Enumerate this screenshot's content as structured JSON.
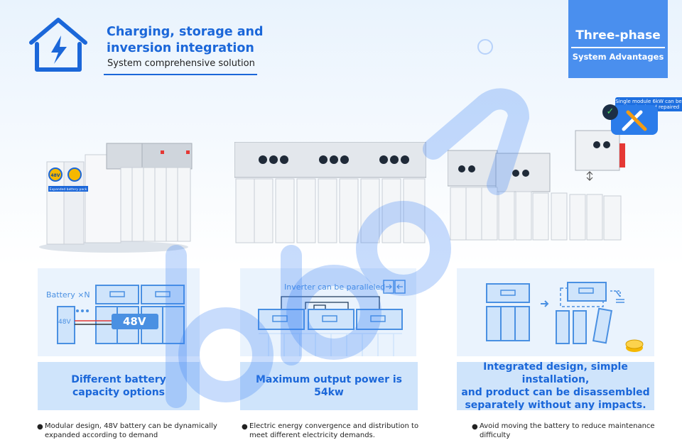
{
  "header": {
    "title_line1": "Charging, storage and",
    "title_line2": "inversion integration",
    "subtitle": "System comprehensive solution"
  },
  "badge": {
    "title": "Three-phase",
    "subtitle": "System Advantages"
  },
  "product_labels": {
    "battery_badge": "48V",
    "battery_pack": "Expanded battery pack",
    "module_callout": "Single module 6kW can be maintained and repaired"
  },
  "panels": [
    {
      "diagram": {
        "battery_label": "Battery ×N",
        "small_label": "48V",
        "big_label": "48V"
      },
      "caption_line1": "Different battery",
      "caption_line2": "capacity options",
      "note_line1": "Modular design, 48V battery can be dynamically",
      "note_line2": "expanded according to demand"
    },
    {
      "diagram": {
        "inverter_label": "Inverter can be paralleled"
      },
      "caption": "Maximum output power is 54kw",
      "note_line1": "Electric energy convergence and distribution to",
      "note_line2": "meet different electricity demands."
    },
    {
      "caption_line1": "Integrated design, simple installation,",
      "caption_line2": "and product can be disassembled",
      "caption_line3": "separately without any impacts.",
      "note_line1": "Avoid moving the battery to reduce maintenance",
      "note_line2": "difficulty"
    }
  ],
  "colors": {
    "brand_blue": "#1b67d9",
    "badge_blue": "#4a8fee",
    "panel_bg": "#eaf3fd",
    "caption_bg": "#cfe4fb"
  }
}
